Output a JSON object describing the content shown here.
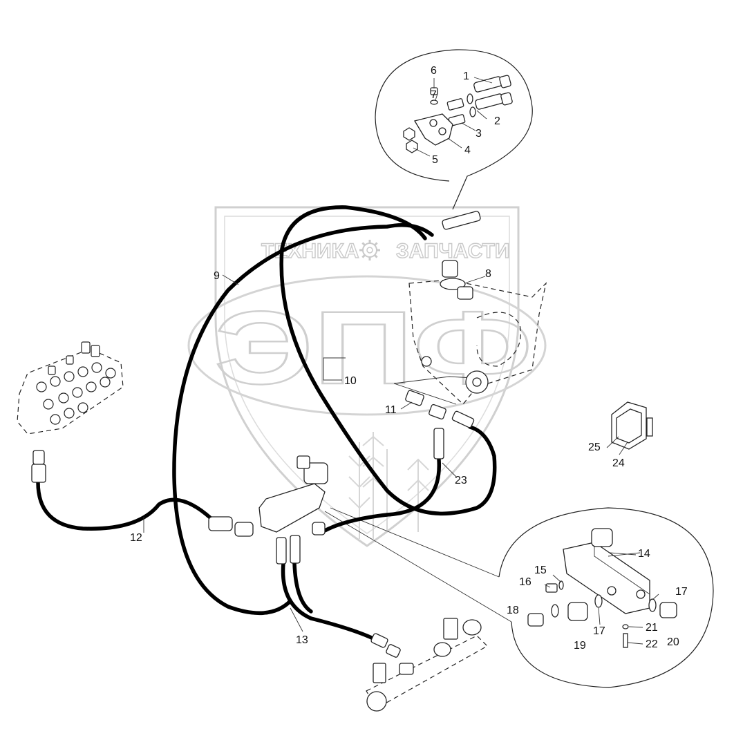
{
  "watermark": {
    "word_left": "ТЕХНИКА",
    "word_right": "ЗАПЧАСТИ",
    "logo": "ЭПФ"
  },
  "callouts": [
    {
      "id": "1",
      "label": "1"
    },
    {
      "id": "2",
      "label": "2"
    },
    {
      "id": "3",
      "label": "3"
    },
    {
      "id": "4",
      "label": "4"
    },
    {
      "id": "5",
      "label": "5"
    },
    {
      "id": "6",
      "label": "6"
    },
    {
      "id": "7",
      "label": "7"
    },
    {
      "id": "8",
      "label": "8"
    },
    {
      "id": "9",
      "label": "9"
    },
    {
      "id": "10",
      "label": "10"
    },
    {
      "id": "11",
      "label": "11"
    },
    {
      "id": "12",
      "label": "12"
    },
    {
      "id": "13",
      "label": "13"
    },
    {
      "id": "14",
      "label": "14"
    },
    {
      "id": "15",
      "label": "15"
    },
    {
      "id": "16",
      "label": "16"
    },
    {
      "id": "17a",
      "label": "17"
    },
    {
      "id": "17b",
      "label": "17"
    },
    {
      "id": "18",
      "label": "18"
    },
    {
      "id": "19",
      "label": "19"
    },
    {
      "id": "20",
      "label": "20"
    },
    {
      "id": "21",
      "label": "21"
    },
    {
      "id": "22",
      "label": "22"
    },
    {
      "id": "23",
      "label": "23"
    },
    {
      "id": "24",
      "label": "24"
    },
    {
      "id": "25",
      "label": "25"
    }
  ]
}
